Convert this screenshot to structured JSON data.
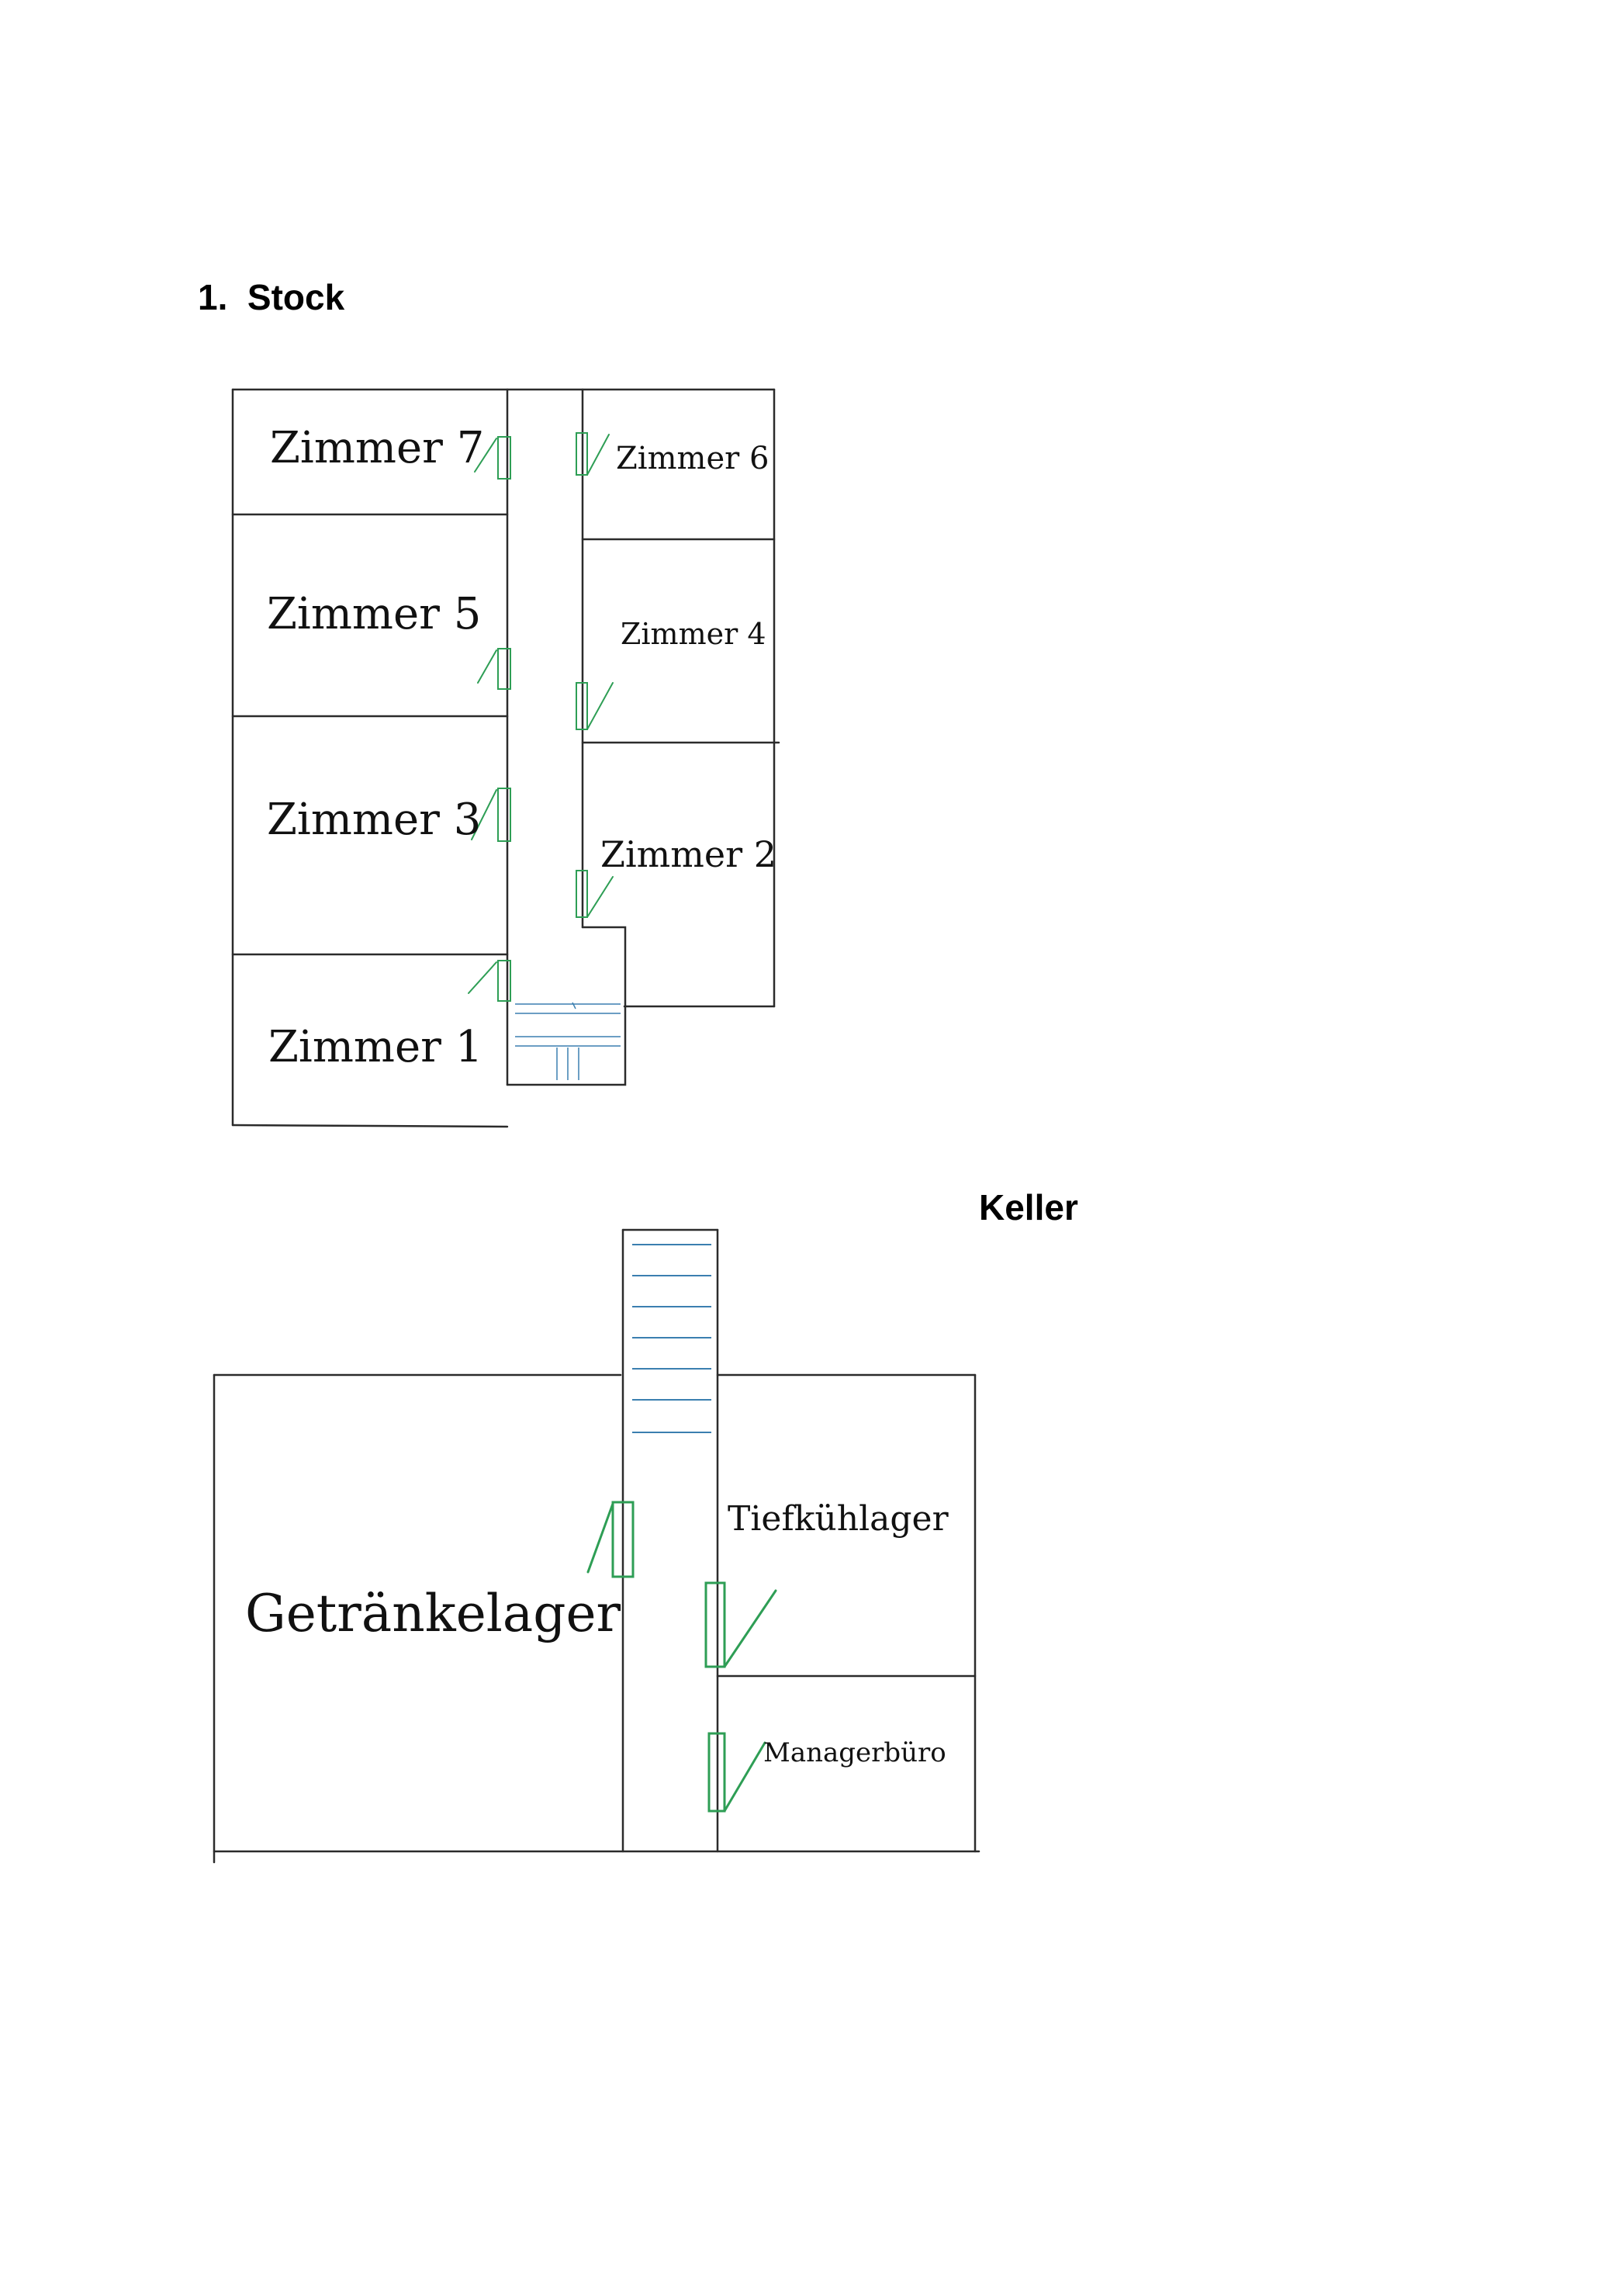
{
  "headings": {
    "upper_floor": "1.  Stock",
    "basement": "Keller"
  },
  "colors": {
    "wall": "#2b2b2b",
    "door": "#2e9e55",
    "stair": "#3b7fb0",
    "text": "#111111"
  },
  "upper_floor": {
    "rooms": [
      {
        "key": "zimmer7",
        "label": "Zimmer 7"
      },
      {
        "key": "zimmer6",
        "label": "Zimmer 6"
      },
      {
        "key": "zimmer5",
        "label": "Zimmer 5"
      },
      {
        "key": "zimmer4",
        "label": "Zimmer 4"
      },
      {
        "key": "zimmer3",
        "label": "Zimmer 3"
      },
      {
        "key": "zimmer2",
        "label": "Zimmer 2"
      },
      {
        "key": "zimmer1",
        "label": "Zimmer 1"
      }
    ]
  },
  "basement": {
    "rooms": [
      {
        "key": "getraenkelager",
        "label": "Getränkelager"
      },
      {
        "key": "tiefkuehlager",
        "label": "Tiefkühlager"
      },
      {
        "key": "managerbuero",
        "label": "Managerbüro"
      }
    ]
  }
}
